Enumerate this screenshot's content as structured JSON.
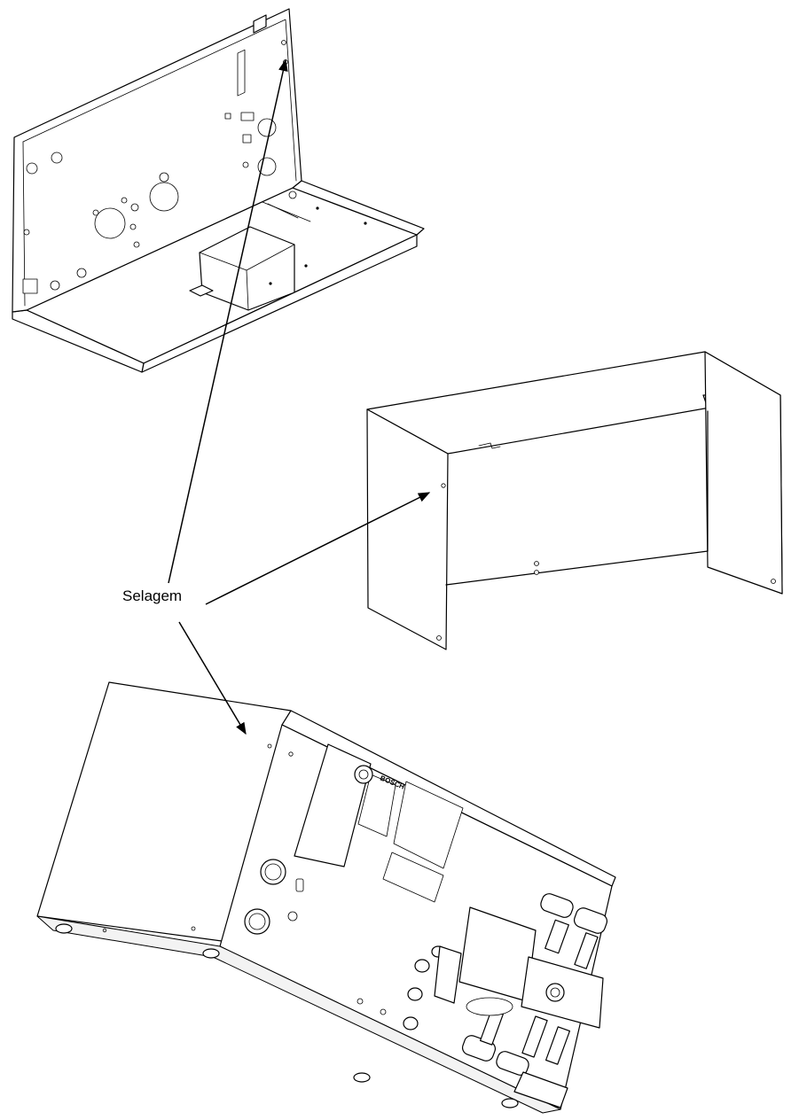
{
  "callout": {
    "label": "Selagem"
  },
  "parts": [
    {
      "name": "base-frame"
    },
    {
      "name": "u-cover"
    },
    {
      "name": "assembled-unit",
      "brand_text": "BOSCH"
    }
  ]
}
